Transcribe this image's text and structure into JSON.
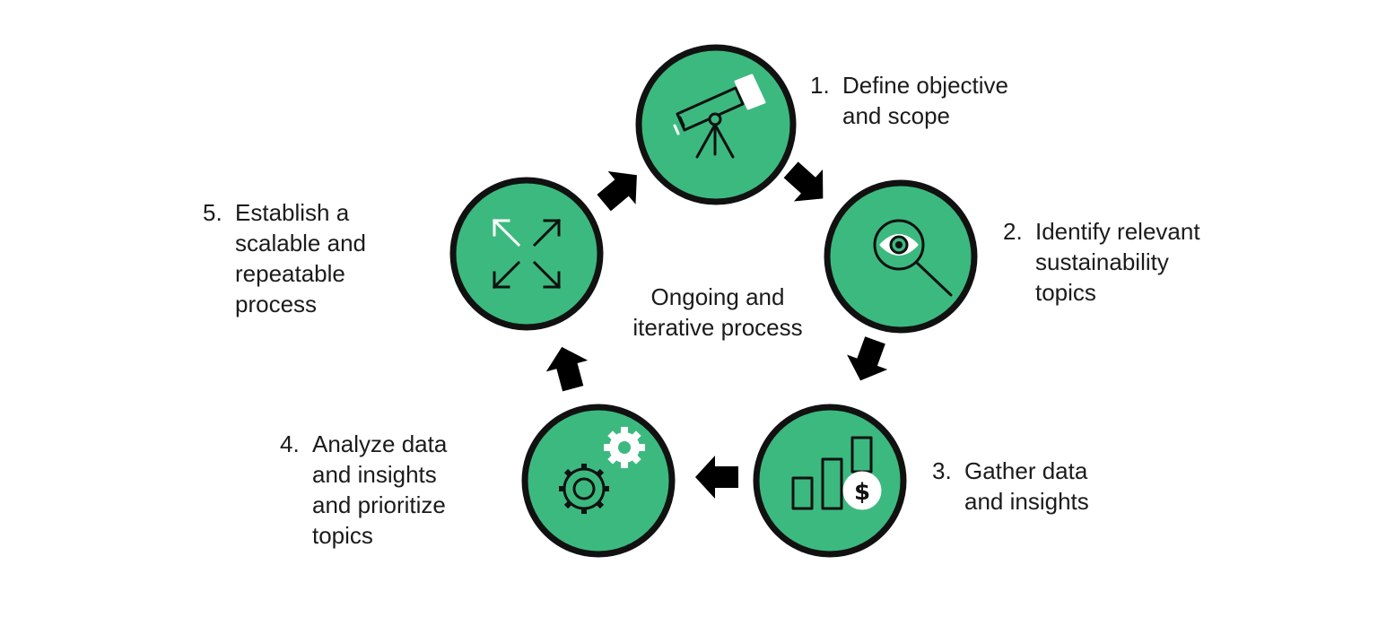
{
  "center": {
    "label": "Ongoing and\niterative process"
  },
  "colors": {
    "circle_fill": "#3cb97f",
    "circle_stroke": "#111111",
    "arrow": "#000000",
    "icon_dark": "#111111",
    "icon_light": "#ffffff"
  },
  "steps": [
    {
      "number": "1.",
      "label": "Define objective\nand scope",
      "icon": "telescope-icon"
    },
    {
      "number": "2.",
      "label": "Identify relevant\nsustainability\ntopics",
      "icon": "magnifier-eye-icon"
    },
    {
      "number": "3.",
      "label": "Gather data\nand insights",
      "icon": "bar-chart-dollar-icon"
    },
    {
      "number": "4.",
      "label": "Analyze data\nand insights\nand prioritize\ntopics",
      "icon": "gears-icon"
    },
    {
      "number": "5.",
      "label": "Establish a\nscalable and\nrepeatable\nprocess",
      "icon": "expand-arrows-icon"
    }
  ]
}
